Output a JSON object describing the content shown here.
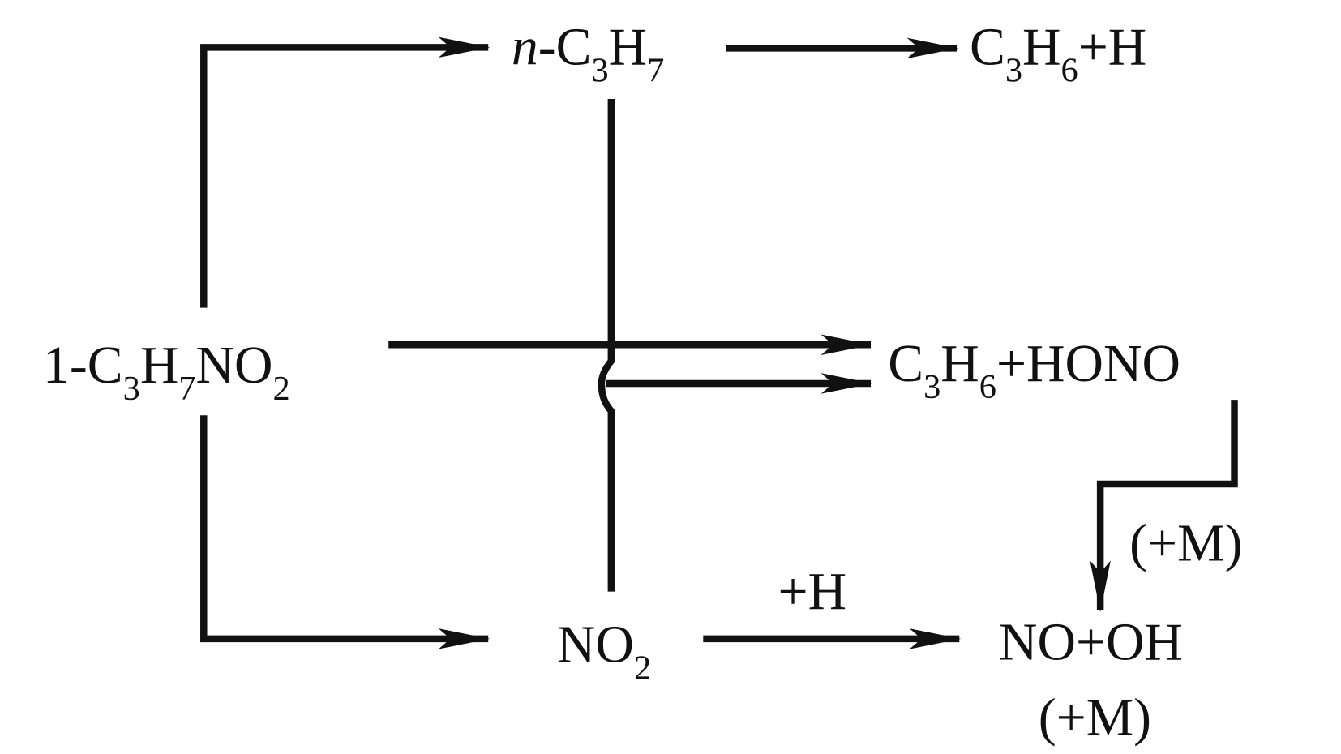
{
  "colors": {
    "ink": "#111111",
    "background": "#ffffff"
  },
  "species": {
    "reactant": {
      "parts": [
        "1-C",
        "3",
        "H",
        "7",
        "NO",
        "2"
      ]
    },
    "n_propyl": {
      "prefix": "n",
      "parts": [
        "-C",
        "3",
        "H",
        "7"
      ]
    },
    "propene_h": {
      "parts": [
        "C",
        "3",
        "H",
        "6",
        "+H"
      ]
    },
    "propene_hono": {
      "parts": [
        "C",
        "3",
        "H",
        "6",
        "+HONO"
      ]
    },
    "no2": {
      "parts": [
        "NO",
        "2"
      ]
    },
    "no_oh": {
      "text": "NO+OH"
    }
  },
  "annotations": {
    "plus_h": "+H",
    "plus_m_hono": "(+M)",
    "plus_m_no_oh": "(+M)"
  }
}
